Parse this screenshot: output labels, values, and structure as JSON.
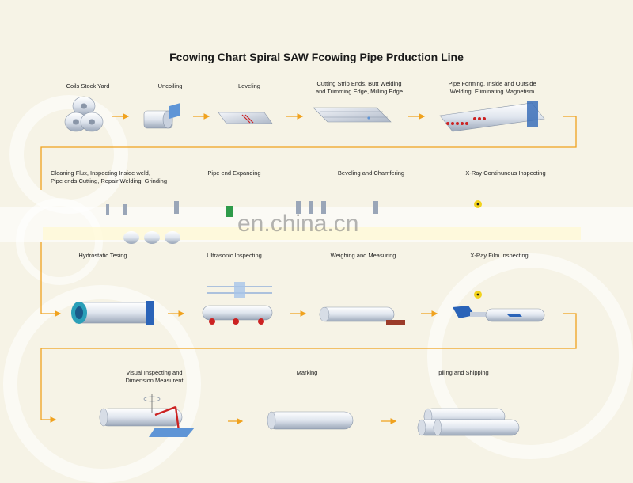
{
  "title": "Fcowing Chart Spiral SAW Fcowing Pipe Prduction Line",
  "steps": {
    "s1": "Coils Stock Yard",
    "s2": "Uncoiling",
    "s3": "Leveling",
    "s4": "Cutting  Strip  Ends,  Butt  Welding\nand Trimming  Edge,  Milling Edge",
    "s5": "Pipe  Forming,  Inside and Outside\nWelding, Eliminating Magnetism",
    "s6": "Cleaning Flux, Inspecting  Inside weld,\nPipe ends Cutting, Repair  Welding, Grinding",
    "s7": "Pipe   end Expanding",
    "s8": "Beveling and Chamfering",
    "s9": "X-Ray  Continunous  Inspecting",
    "s10": "Hydrostatic  Tesing",
    "s11": "Ultrasonic  Inspecting",
    "s12": "Weighing and Measuring",
    "s13": "X-Ray  Film Inspecting",
    "s14": "Visual Inspecting and\nDimension Measurent",
    "s15": "Marking",
    "s16": "piling and Shipping"
  },
  "watermark": "en.china.cn",
  "colors": {
    "arrow": "#f0a21e",
    "pipe": "#e8ecf2",
    "accent": "#cc2222",
    "machine": "#2a63b8"
  }
}
